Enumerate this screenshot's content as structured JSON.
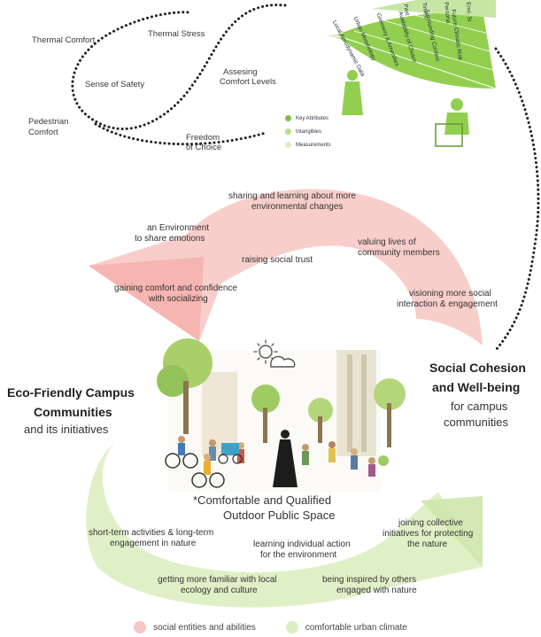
{
  "colors": {
    "social": "#f7c5c2",
    "climate": "#dbeec1",
    "fan_green": "#93cf4f",
    "fan_dark": "#5f9a2a",
    "dots": "#222222"
  },
  "top_loop_labels": {
    "thermal_comfort": "Thermal Comfort",
    "thermal_stress": "Thermal Stress",
    "sense_of_safety": "Sense of Safety",
    "assessing_line1": "Assesing",
    "assessing_line2": "Comfort Levels",
    "pedestrian_line1": "Pedestrian",
    "pedestrian_line2": "Comfort",
    "freedom_line1": "Freedom",
    "freedom_line2": "of Choice"
  },
  "fan_labels": [
    "Local Aerodynamic Data",
    "Urban Morphology",
    "Greenery & Amenities",
    "Availability of Choice",
    "Surrounding Context",
    "Future Climatic Risk"
  ],
  "fan_labels_top": [
    "Past",
    "Time o",
    "Persona",
    "Envi. Si"
  ],
  "small_legend": [
    {
      "label": "Key Attributes",
      "color": "#7cc043"
    },
    {
      "label": "Intangibles",
      "color": "#b6de8a"
    },
    {
      "label": "Measurements",
      "color": "#dcefc8"
    }
  ],
  "pink_labels": {
    "sharing_line1": "sharing and learning about more",
    "sharing_line2": "environmental changes",
    "env_line1": "an Environment",
    "env_line2": "to share emotions",
    "valuing_line1": "valuing lives of",
    "valuing_line2": "community members",
    "trust": "raising social trust",
    "gaining_line1": "gaining comfort and confidence",
    "gaining_line2": "with socializing",
    "visioning_line1": "visioning more social",
    "visioning_line2": "interaction & engagement"
  },
  "right_heading": {
    "line1": "Social Cohesion",
    "line2": "and Well-being",
    "sub1": "for campus",
    "sub2": "communities"
  },
  "left_heading": {
    "line1": "Eco-Friendly Campus",
    "line2": "Communities",
    "sub": "and its initiatives"
  },
  "center_caption": {
    "line1": "*Comfortable and Qualified",
    "line2": "Outdoor Public Space"
  },
  "green_labels": {
    "short_line1": "short-term activities & long-term",
    "short_line2": "engagement in nature",
    "learning_line1": "learning individual action",
    "learning_line2": "for the environment",
    "joining_line1": "joining collective",
    "joining_line2": "initiatives for protecting",
    "joining_line3": "the nature",
    "familiar_line1": "getting more familiar with local",
    "familiar_line2": "ecology and culture",
    "inspired_line1": "being inspired by others",
    "inspired_line2": "engaged with nature"
  },
  "legend": {
    "social": "social entities and abilities",
    "climate": "comfortable urban climate"
  }
}
